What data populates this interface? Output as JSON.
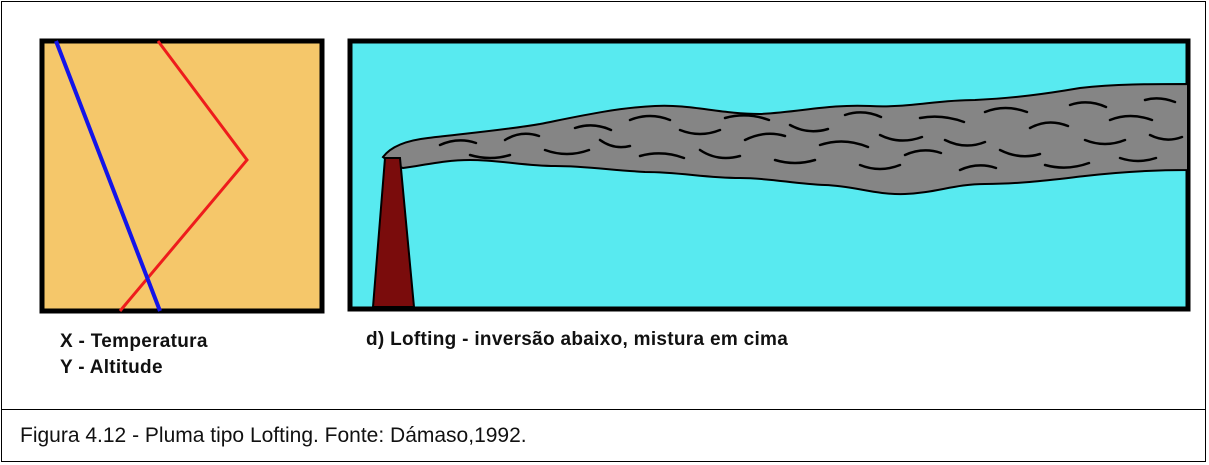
{
  "diagram": {
    "x_axis_label": "X - Temperatura",
    "y_axis_label": "Y - Altitude",
    "plume_description": "d) Lofting - inversão abaixo, mistura em cima",
    "colors": {
      "profile_background": "#f5c76a",
      "sky": "#58eaf0",
      "smoke": "#858585",
      "stack": "#7a0c0c",
      "environmental_profile": "#ee1c1c",
      "adiabatic_profile": "#1414e8"
    }
  },
  "caption": {
    "text": "Figura 4.12 - Pluma tipo Lofting. Fonte: Dámaso,1992."
  }
}
